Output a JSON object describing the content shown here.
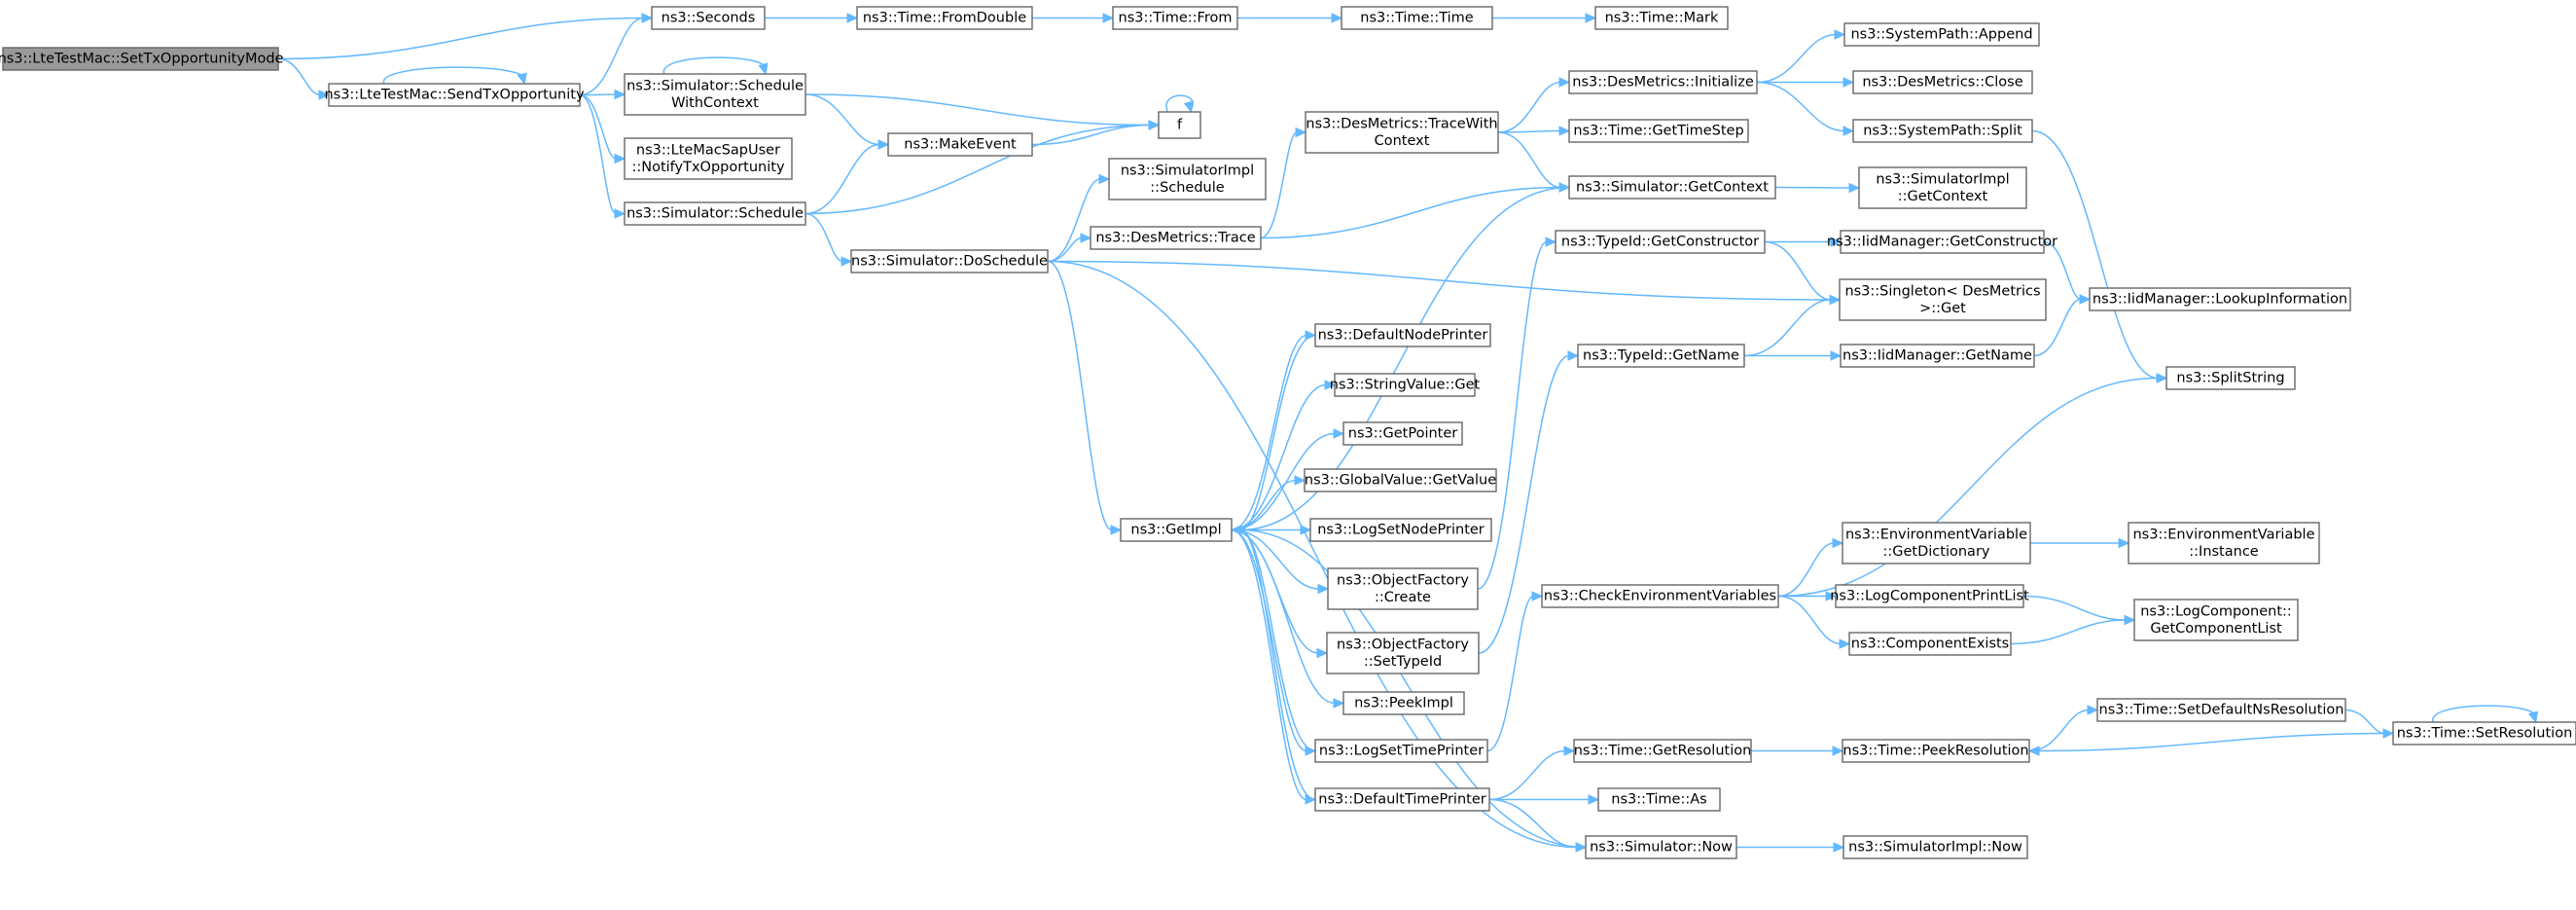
{
  "nodes": [
    {
      "id": "root",
      "lines": [
        "ns3::LteTestMac::SetTxOpportunityMode"
      ],
      "root": true
    },
    {
      "id": "seconds",
      "lines": [
        "ns3::Seconds"
      ]
    },
    {
      "id": "sendtx",
      "lines": [
        "ns3::LteTestMac::SendTxOpportunity"
      ]
    },
    {
      "id": "fromdouble",
      "lines": [
        "ns3::Time::FromDouble"
      ]
    },
    {
      "id": "from",
      "lines": [
        "ns3::Time::From"
      ]
    },
    {
      "id": "time",
      "lines": [
        "ns3::Time::Time"
      ]
    },
    {
      "id": "mark",
      "lines": [
        "ns3::Time::Mark"
      ]
    },
    {
      "id": "schedwc",
      "lines": [
        "ns3::Simulator::Schedule",
        "WithContext"
      ]
    },
    {
      "id": "f",
      "lines": [
        "f"
      ]
    },
    {
      "id": "makeevent",
      "lines": [
        "ns3::MakeEvent"
      ]
    },
    {
      "id": "ltemac",
      "lines": [
        "ns3::LteMacSapUser",
        "::NotifyTxOpportunity"
      ]
    },
    {
      "id": "schedule",
      "lines": [
        "ns3::Simulator::Schedule"
      ]
    },
    {
      "id": "doschedule",
      "lines": [
        "ns3::Simulator::DoSchedule"
      ]
    },
    {
      "id": "implschedule",
      "lines": [
        "ns3::SimulatorImpl",
        "::Schedule"
      ]
    },
    {
      "id": "destrace",
      "lines": [
        "ns3::DesMetrics::Trace"
      ]
    },
    {
      "id": "tracewc",
      "lines": [
        "ns3::DesMetrics::TraceWith",
        "Context"
      ]
    },
    {
      "id": "desinit",
      "lines": [
        "ns3::DesMetrics::Initialize"
      ]
    },
    {
      "id": "append",
      "lines": [
        "ns3::SystemPath::Append"
      ]
    },
    {
      "id": "desclose",
      "lines": [
        "ns3::DesMetrics::Close"
      ]
    },
    {
      "id": "split",
      "lines": [
        "ns3::SystemPath::Split"
      ]
    },
    {
      "id": "gettimestep",
      "lines": [
        "ns3::Time::GetTimeStep"
      ]
    },
    {
      "id": "getcontext",
      "lines": [
        "ns3::Simulator::GetContext"
      ]
    },
    {
      "id": "implgetcontext",
      "lines": [
        "ns3::SimulatorImpl",
        "::GetContext"
      ]
    },
    {
      "id": "getconstructor",
      "lines": [
        "ns3::TypeId::GetConstructor"
      ]
    },
    {
      "id": "iidgetconstructor",
      "lines": [
        "ns3::IidManager::GetConstructor"
      ]
    },
    {
      "id": "singleton",
      "lines": [
        "ns3::Singleton< DesMetrics",
        " >::Get"
      ]
    },
    {
      "id": "lookup",
      "lines": [
        "ns3::IidManager::LookupInformation"
      ]
    },
    {
      "id": "defaultnode",
      "lines": [
        "ns3::DefaultNodePrinter"
      ]
    },
    {
      "id": "typeidgetname",
      "lines": [
        "ns3::TypeId::GetName"
      ]
    },
    {
      "id": "iidgetname",
      "lines": [
        "ns3::IidManager::GetName"
      ]
    },
    {
      "id": "splitstring",
      "lines": [
        "ns3::SplitString"
      ]
    },
    {
      "id": "stringvalue",
      "lines": [
        "ns3::StringValue::Get"
      ]
    },
    {
      "id": "getpointer",
      "lines": [
        "ns3::GetPointer"
      ]
    },
    {
      "id": "globalvalue",
      "lines": [
        "ns3::GlobalValue::GetValue"
      ]
    },
    {
      "id": "getimpl",
      "lines": [
        "ns3::GetImpl"
      ]
    },
    {
      "id": "logsetnode",
      "lines": [
        "ns3::LogSetNodePrinter"
      ]
    },
    {
      "id": "envgetdict",
      "lines": [
        "ns3::EnvironmentVariable",
        "::GetDictionary"
      ]
    },
    {
      "id": "envinstance",
      "lines": [
        "ns3::EnvironmentVariable",
        "::Instance"
      ]
    },
    {
      "id": "ofcreate",
      "lines": [
        "ns3::ObjectFactory",
        "::Create"
      ]
    },
    {
      "id": "checkenv",
      "lines": [
        "ns3::CheckEnvironmentVariables"
      ]
    },
    {
      "id": "logcompprint",
      "lines": [
        "ns3::LogComponentPrintList"
      ]
    },
    {
      "id": "logcompget",
      "lines": [
        "ns3::LogComponent::",
        "GetComponentList"
      ]
    },
    {
      "id": "ofsettypeid",
      "lines": [
        "ns3::ObjectFactory",
        "::SetTypeId"
      ]
    },
    {
      "id": "compexists",
      "lines": [
        "ns3::ComponentExists"
      ]
    },
    {
      "id": "peekimpl",
      "lines": [
        "ns3::PeekImpl"
      ]
    },
    {
      "id": "setdefaultns",
      "lines": [
        "ns3::Time::SetDefaultNsResolution"
      ]
    },
    {
      "id": "logsettime",
      "lines": [
        "ns3::LogSetTimePrinter"
      ]
    },
    {
      "id": "getresolution",
      "lines": [
        "ns3::Time::GetResolution"
      ]
    },
    {
      "id": "peekresolution",
      "lines": [
        "ns3::Time::PeekResolution"
      ]
    },
    {
      "id": "setresolution",
      "lines": [
        "ns3::Time::SetResolution"
      ]
    },
    {
      "id": "defaulttime",
      "lines": [
        "ns3::DefaultTimePrinter"
      ]
    },
    {
      "id": "timeas",
      "lines": [
        "ns3::Time::As"
      ]
    },
    {
      "id": "simnow",
      "lines": [
        "ns3::Simulator::Now"
      ]
    },
    {
      "id": "implnow",
      "lines": [
        "ns3::SimulatorImpl::Now"
      ]
    }
  ],
  "edges": [
    [
      "root",
      "seconds"
    ],
    [
      "root",
      "sendtx"
    ],
    [
      "seconds",
      "fromdouble"
    ],
    [
      "fromdouble",
      "from"
    ],
    [
      "from",
      "time"
    ],
    [
      "time",
      "mark"
    ],
    [
      "sendtx",
      "seconds"
    ],
    [
      "sendtx",
      "sendtx"
    ],
    [
      "sendtx",
      "schedwc"
    ],
    [
      "sendtx",
      "ltemac"
    ],
    [
      "sendtx",
      "schedule"
    ],
    [
      "schedwc",
      "schedwc"
    ],
    [
      "schedwc",
      "f"
    ],
    [
      "schedwc",
      "makeevent"
    ],
    [
      "f",
      "f"
    ],
    [
      "makeevent",
      "f"
    ],
    [
      "schedule",
      "makeevent"
    ],
    [
      "schedule",
      "f"
    ],
    [
      "schedule",
      "doschedule"
    ],
    [
      "doschedule",
      "implschedule"
    ],
    [
      "doschedule",
      "destrace"
    ],
    [
      "doschedule",
      "singleton"
    ],
    [
      "doschedule",
      "getimpl"
    ],
    [
      "doschedule",
      "simnow"
    ],
    [
      "destrace",
      "tracewc"
    ],
    [
      "destrace",
      "getcontext"
    ],
    [
      "tracewc",
      "desinit"
    ],
    [
      "tracewc",
      "gettimestep"
    ],
    [
      "tracewc",
      "getcontext"
    ],
    [
      "desinit",
      "append"
    ],
    [
      "desinit",
      "desclose"
    ],
    [
      "desinit",
      "split"
    ],
    [
      "split",
      "splitstring"
    ],
    [
      "getcontext",
      "implgetcontext"
    ],
    [
      "getcontext",
      "getimpl"
    ],
    [
      "getconstructor",
      "iidgetconstructor"
    ],
    [
      "getconstructor",
      "singleton"
    ],
    [
      "iidgetconstructor",
      "lookup"
    ],
    [
      "typeidgetname",
      "singleton"
    ],
    [
      "typeidgetname",
      "iidgetname"
    ],
    [
      "iidgetname",
      "lookup"
    ],
    [
      "getimpl",
      "defaultnode"
    ],
    [
      "getimpl",
      "stringvalue"
    ],
    [
      "getimpl",
      "getpointer"
    ],
    [
      "getimpl",
      "globalvalue"
    ],
    [
      "getimpl",
      "logsetnode"
    ],
    [
      "getimpl",
      "ofcreate"
    ],
    [
      "getimpl",
      "ofsettypeid"
    ],
    [
      "getimpl",
      "peekimpl"
    ],
    [
      "getimpl",
      "logsettime"
    ],
    [
      "getimpl",
      "defaulttime"
    ],
    [
      "defaultnode",
      "getimpl"
    ],
    [
      "ofcreate",
      "getconstructor"
    ],
    [
      "ofsettypeid",
      "typeidgetname"
    ],
    [
      "logsettime",
      "checkenv"
    ],
    [
      "logsettime",
      "getimpl"
    ],
    [
      "checkenv",
      "envgetdict"
    ],
    [
      "checkenv",
      "logcompprint"
    ],
    [
      "checkenv",
      "compexists"
    ],
    [
      "checkenv",
      "splitstring"
    ],
    [
      "envgetdict",
      "envinstance"
    ],
    [
      "logcompprint",
      "logcompget"
    ],
    [
      "compexists",
      "logcompget"
    ],
    [
      "defaulttime",
      "getresolution"
    ],
    [
      "defaulttime",
      "timeas"
    ],
    [
      "defaulttime",
      "simnow"
    ],
    [
      "defaulttime",
      "getimpl"
    ],
    [
      "getresolution",
      "peekresolution"
    ],
    [
      "peekresolution",
      "setdefaultns"
    ],
    [
      "setdefaultns",
      "setresolution"
    ],
    [
      "setresolution",
      "setresolution"
    ],
    [
      "setresolution",
      "peekresolution"
    ],
    [
      "simnow",
      "implnow"
    ],
    [
      "simnow",
      "getimpl"
    ]
  ]
}
